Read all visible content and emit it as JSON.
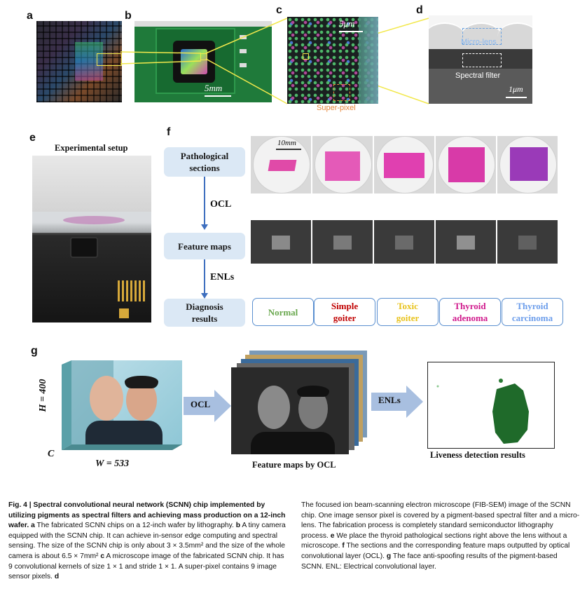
{
  "panel_letters": {
    "a": "a",
    "b": "b",
    "c": "c",
    "d": "d",
    "e": "e",
    "f": "f",
    "g": "g"
  },
  "scale_bars": {
    "b": "5mm",
    "c": "5μm",
    "d": "1μm",
    "f": "10mm"
  },
  "labels": {
    "super_pixel": "Super-pixel",
    "micro_lens": "Micro-lens",
    "spectral_filter": "Spectral filter",
    "experimental_setup": "Experimental setup"
  },
  "flow": {
    "step1": "Pathological sections",
    "arrow1": "OCL",
    "step2": "Feature maps",
    "arrow2": "ENLs",
    "step3": "Diagnosis results"
  },
  "diagnosis": [
    {
      "label_line1": "Normal",
      "label_line2": "",
      "color": "#6aa84f"
    },
    {
      "label_line1": "Simple",
      "label_line2": "goiter",
      "color": "#c00000"
    },
    {
      "label_line1": "Toxic",
      "label_line2": "goiter",
      "color": "#e8c21a"
    },
    {
      "label_line1": "Thyroid",
      "label_line2": "adenoma",
      "color": "#d0198c"
    },
    {
      "label_line1": "Thyroid",
      "label_line2": "carcinoma",
      "color": "#6d9eeb"
    }
  ],
  "panel_g": {
    "h_label": "H = 400",
    "w_label": "W = 533",
    "c_label": "C",
    "arrow1": "OCL",
    "arrow2": "ENLs",
    "feature_caption": "Feature maps by OCL",
    "result_caption": "Liveness detection results"
  },
  "caption": {
    "fig": "Fig. 4 |",
    "title": "Spectral convolutional neural network (SCNN) chip implemented by utilizing pigments as spectral filters and achieving mass production on a 12-inch wafer.",
    "a_letter": "a",
    "a_text": "The fabricated SCNN chips on a 12-inch wafer by lithography.",
    "b_letter": "b",
    "b_text": "A tiny camera equipped with the SCNN chip. It can achieve in-sensor edge computing and spectral sensing. The size of the SCNN chip is only about 3 × 3.5mm² and the size of the whole camera is about 6.5 × 7mm²",
    "c_letter": "c",
    "c_text": "A microscope image of the fabricated SCNN chip. It has 9 convolutional kernels of size 1 × 1 and stride 1 × 1. A super-pixel contains 9 image sensor pixels.",
    "d_letter": "d",
    "d_text": "The focused ion beam-scanning electron microscope (FIB-SEM) image of the SCNN chip. One image sensor pixel is covered by a pigment-based spectral filter and a micro-lens. The fabrication process is completely standard semiconductor lithography process.",
    "e_letter": "e",
    "e_text": "We place the thyroid pathological sections right above the lens without a microscope.",
    "f_letter": "f",
    "f_text": "The sections and the corresponding feature maps outputted by optical convolutional layer (OCL).",
    "g_letter": "g",
    "g_text": "The face anti-spoofing results of the pigment-based SCNN. ENL: Electrical convolutional layer."
  }
}
